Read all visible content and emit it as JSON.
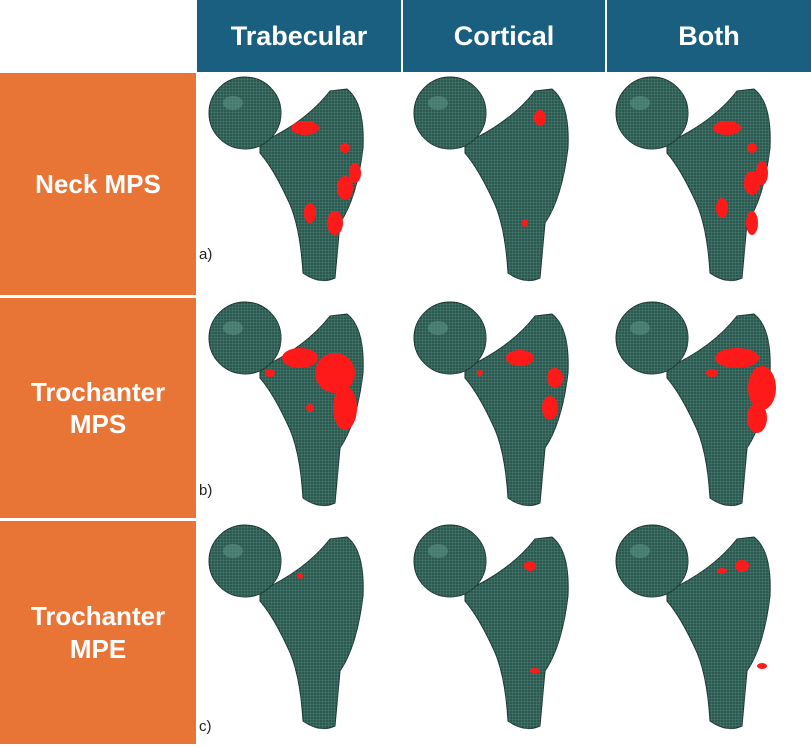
{
  "columns": [
    "Trabecular",
    "Cortical",
    "Both"
  ],
  "rows": [
    {
      "label": "Neck MPS",
      "panel": "a)"
    },
    {
      "label": "Trochanter\nMPS",
      "panel": "b)"
    },
    {
      "label": "Trochanter\nMPE",
      "panel": "c)"
    }
  ],
  "colors": {
    "header": "#1a5f80",
    "row_label": "#e87535",
    "bone": "#2d5a50",
    "failure": "#ff1a1a"
  }
}
